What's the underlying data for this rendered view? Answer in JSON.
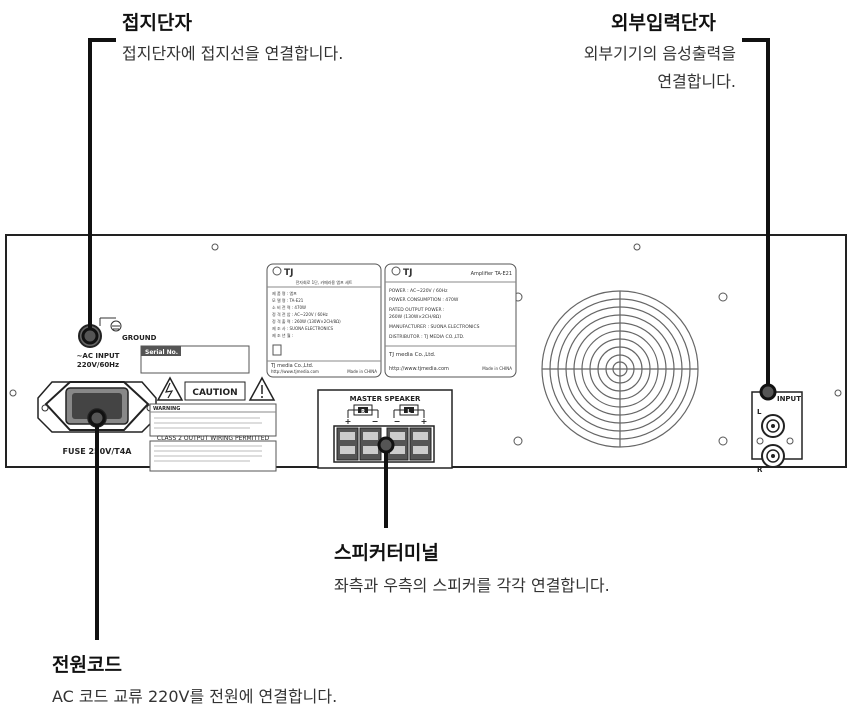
{
  "callouts": {
    "ground": {
      "title": "접지단자",
      "desc": "접지단자에 접지선을 연결합니다."
    },
    "external_input": {
      "title": "외부입력단자",
      "desc_line1": "외부기기의 음성출력을",
      "desc_line2": "연결합니다."
    },
    "speaker_terminal": {
      "title": "스피커터미널",
      "desc": "좌측과 우측의 스피커를 각각 연결합니다."
    },
    "power_cord": {
      "title": "전원코드",
      "desc": "AC 코드 교류 220V를 전원에 연결합니다."
    }
  },
  "panel": {
    "ground_label": "GROUND",
    "ac_input_line1": "~AC INPUT",
    "ac_input_line2": "220V/60Hz",
    "serial_label": "Serial No.",
    "fuse_label": "FUSE 250V/T4A",
    "caution_label": "CAUTION",
    "warning_label": "WARNING",
    "class2_label": "CLASS 2 OUTPUT WIRING PERMITTED",
    "master_speaker_label": "MASTER SPEAKER",
    "speaker_r": "R",
    "speaker_l": "L",
    "plus": "+",
    "minus": "−",
    "input_label": "INPUT",
    "input_l": "L",
    "input_r": "R",
    "label1_brand": "TJ",
    "label1_title": "전자회로 1단, 카메라용 앰프 세트",
    "label1_lines": [
      "제 품 명 : 앰프",
      "모 델 명 : TA-E21",
      "소 비 전 력 : 470W",
      "정 격 전 압 : AC~220V / 60Hz",
      "정 격 출 력 : 260W (130W×2CH/8Ω)",
      "제 조 사 : SUONA ELECTRONICS",
      "제 조 년 월 :"
    ],
    "label1_footer": "TJ media Co.,Ltd.",
    "label1_footer_url": "http://www.tjmedia.com",
    "label1_made": "Made in CHINA",
    "label2_brand": "TJ",
    "label2_model": "Amplifier TA-E21",
    "label2_lines": [
      "POWER : AC~220V / 60Hz",
      "POWER CONSUMPTION : 470W",
      "RATED OUTPUT POWER :",
      "260W (130W×2CH/8Ω)",
      "MANUFACTURER : SUONA ELECTRONICS",
      "DISTRIBUTOR : TJ MEDIA CO.,LTD."
    ],
    "label2_footer": "TJ media Co.,Ltd.",
    "label2_footer_url": "http://www.tjmedia.com",
    "label2_made": "Made in CHINA"
  }
}
